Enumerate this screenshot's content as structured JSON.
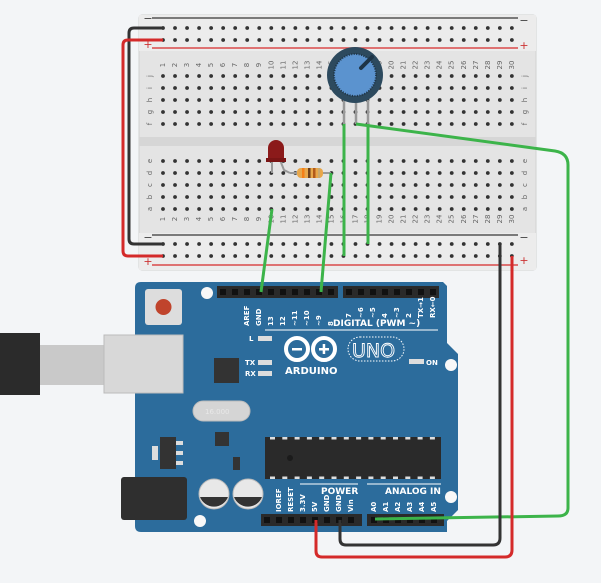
{
  "breadboard": {
    "rows_top": [
      "j",
      "i",
      "h",
      "g",
      "f"
    ],
    "rows_bottom": [
      "e",
      "d",
      "c",
      "b",
      "a"
    ],
    "columns": [
      "1",
      "2",
      "3",
      "4",
      "5",
      "6",
      "7",
      "8",
      "9",
      "10",
      "11",
      "12",
      "13",
      "14",
      "15",
      "16",
      "17",
      "18",
      "19",
      "20",
      "21",
      "22",
      "23",
      "24",
      "25",
      "26",
      "27",
      "28",
      "29",
      "30"
    ],
    "minus": "−",
    "plus": "+"
  },
  "arduino": {
    "digital_pins": [
      "AREF",
      "GND",
      "13",
      "12",
      "~11",
      "~10",
      "~9",
      "8"
    ],
    "digital_pins2": [
      "7",
      "~6",
      "~5",
      "4",
      "~3",
      "2",
      "TX→1",
      "RX←0"
    ],
    "digital_label": "DIGITAL (PWM ~)",
    "led_l": "L",
    "led_tx": "TX",
    "led_rx": "RX",
    "led_on": "ON",
    "brand": "ARDUINO",
    "model": "UNO",
    "crystal": "16.000",
    "power_pins": [
      "IOREF",
      "RESET",
      "3.3V",
      "5V",
      "GND",
      "GND",
      "Vin"
    ],
    "power_label": "POWER",
    "analog_pins": [
      "A0",
      "A1",
      "A2",
      "A3",
      "A4",
      "A5"
    ],
    "analog_label": "ANALOG IN"
  },
  "colors": {
    "board": "#2c6c9c",
    "wire_green": "#3cb44a",
    "wire_red": "#d42a2a",
    "wire_black": "#333333",
    "led": "#8b1a1a",
    "pot_knob": "#5b93cf"
  }
}
